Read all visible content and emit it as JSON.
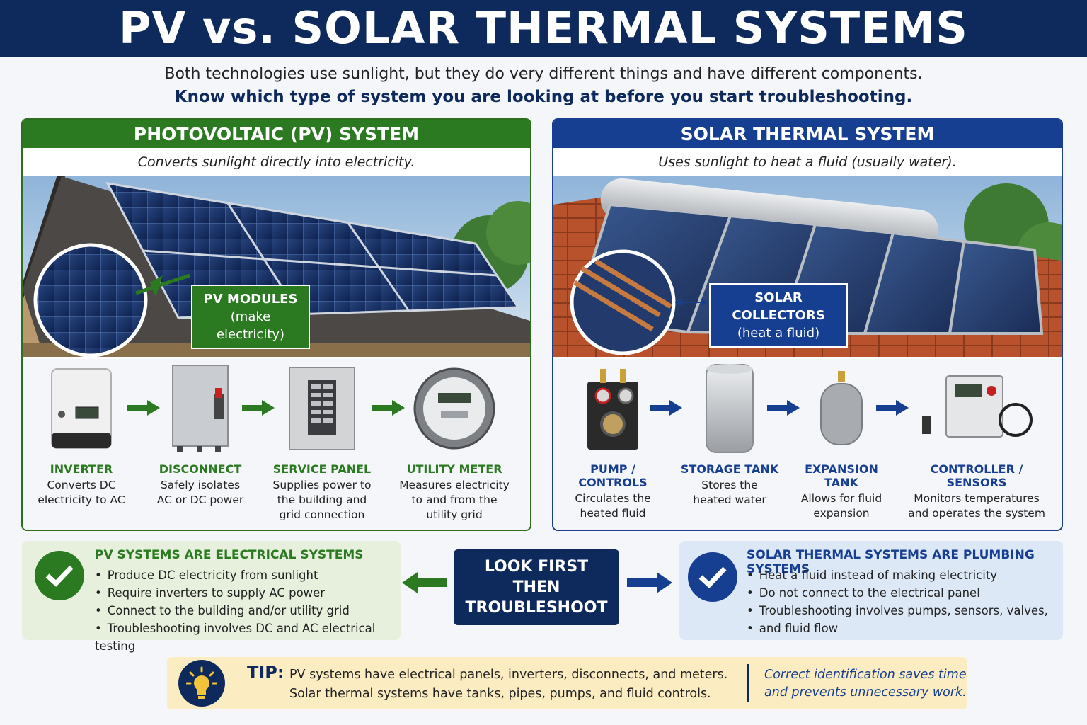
{
  "header": {
    "title": "PV vs. SOLAR THERMAL SYSTEMS"
  },
  "intro": {
    "line1": "Both technologies use sunlight, but they do very different things and have different components.",
    "line2": "Know which type of system you are looking at before you start troubleshooting."
  },
  "pv": {
    "title": "PHOTOVOLTAIC (PV) SYSTEM",
    "subtitle": "Converts sunlight directly into electricity.",
    "callout": {
      "title": "PV MODULES",
      "desc": "(make electricity)"
    },
    "components": [
      {
        "title": "INVERTER",
        "desc": [
          "Converts DC",
          "electricity to AC"
        ],
        "icon": "inverter-icon"
      },
      {
        "title": "DISCONNECT",
        "desc": [
          "Safely isolates",
          "AC or DC power"
        ],
        "icon": "disconnect-icon"
      },
      {
        "title": "SERVICE PANEL",
        "desc": [
          "Supplies power to",
          "the building and",
          "grid connection"
        ],
        "icon": "service-panel-icon"
      },
      {
        "title": "UTILITY METER",
        "desc": [
          "Measures electricity",
          "to and from the",
          "utility grid"
        ],
        "icon": "utility-meter-icon"
      }
    ],
    "summary": {
      "title": "PV SYSTEMS ARE ELECTRICAL SYSTEMS",
      "items": [
        "Produce DC electricity from sunlight",
        "Require inverters to supply AC power",
        "Connect to the building and/or utility grid",
        "Troubleshooting involves DC and AC electrical testing"
      ]
    }
  },
  "st": {
    "title": "SOLAR THERMAL SYSTEM",
    "subtitle": "Uses sunlight to heat a fluid (usually water).",
    "callout": {
      "title": "SOLAR COLLECTORS",
      "desc": "(heat a fluid)"
    },
    "components": [
      {
        "title": "PUMP / CONTROLS",
        "desc": [
          "Circulates the",
          "heated fluid"
        ],
        "icon": "pump-icon"
      },
      {
        "title": "STORAGE TANK",
        "desc": [
          "Stores the",
          "heated water"
        ],
        "icon": "storage-tank-icon"
      },
      {
        "title": "EXPANSION TANK",
        "desc": [
          "Allows for fluid",
          "expansion"
        ],
        "icon": "expansion-tank-icon"
      },
      {
        "title": "CONTROLLER / SENSORS",
        "desc": [
          "Monitors temperatures",
          "and operates the system"
        ],
        "icon": "controller-icon"
      }
    ],
    "summary": {
      "title": "SOLAR THERMAL SYSTEMS ARE PLUMBING SYSTEMS",
      "items": [
        "Heat a fluid instead of making electricity",
        "Do not connect to the electrical panel",
        "Troubleshooting involves pumps, sensors, valves,",
        "and fluid flow"
      ]
    }
  },
  "center": {
    "line1": "LOOK FIRST",
    "line2": "THEN",
    "line3": "TROUBLESHOOT"
  },
  "tip": {
    "label": "TIP:",
    "line1": "PV systems have electrical panels, inverters, disconnects, and meters.",
    "line2": "Solar thermal systems have tanks, pipes, pumps, and fluid controls.",
    "note1": "Correct identification saves time",
    "note2": "and prevents unnecessary work."
  },
  "colors": {
    "navy": "#0e2a5c",
    "pv_green": "#2b7a21",
    "st_blue": "#173f91",
    "tip_bg": "#fbecc2"
  }
}
